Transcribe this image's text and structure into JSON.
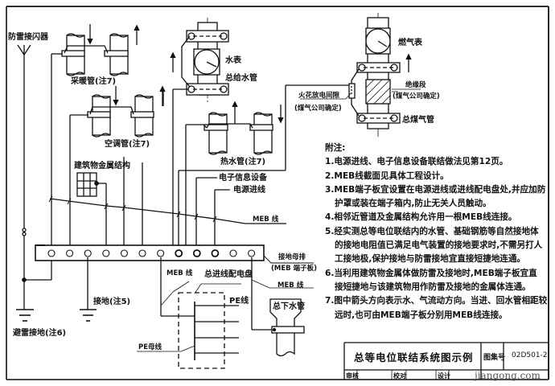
{
  "drawing": {
    "labels": {
      "lightning_arrester": "防雷接闪器",
      "heating_pipe": "采暖管(注7)",
      "ac_pipe": "空调管(注7)",
      "hot_water_pipe": "热水管(注7)",
      "water_meter": "水表",
      "main_water_pipe": "总给水管",
      "gas_meter": "燃气表",
      "spark_gap": "火花放电间隙",
      "spark_gap_note": "(煤气公司确定)",
      "insulation_section": "绝缘段",
      "insulation_note": "(煤气公司确定)",
      "main_gas_pipe": "总煤气管",
      "building_metal_structure": "建筑物金属结构",
      "electronic_info_equipment": "电子信息设备",
      "power_incoming_line": "电源进线",
      "meb_line_1": "MEB  线",
      "grounding_busbar": "接地母排",
      "meb_terminal_board": "(MEB 端子板)",
      "meb_line_2": "MEB 线",
      "meb_line_3": "MEB  线",
      "main_distribution_board": "总进线配电盘",
      "pe_line": "PE线",
      "pe_busbar": "PE母线",
      "main_drain_pipe": "总下水管",
      "grounding_note5": "接地(注5)",
      "lightning_grounding": "避雷接地(注6)"
    },
    "terminal_count": 12
  },
  "notes": {
    "title": "附注:",
    "items": [
      [
        "1.电源进线、电子信息设备联结做法见第12页。"
      ],
      [
        "2.MEB线截面见具体工程设计。"
      ],
      [
        "3.MEB端子板宜设置在电源进线或进线配电盘处,并应加防",
        "护罩或装在端子箱内,防止无关人员触动。"
      ],
      [
        "4.相邻近管道及金属结构允许用一根MEB线连接。"
      ],
      [
        "5.经实测总等电位联结内的水管、基础钢筋等自然接地体",
        "的接地电阻值已满足电气装置的接地要求时,不需另打人",
        "工接地极,保护接地与防雷接地宜直接短捷地连通。"
      ],
      [
        "6.当利用建筑物金属体做防雷及接地时,MEB端子板宜直",
        "接短捷地与该建筑物用作防雷及接地的金属体连通。"
      ],
      [
        "7.图中箭头方向表示水、气流动方向。当进、回水管相距较",
        "远时,也可由MEB端子板分别用MEB线连接。"
      ]
    ]
  },
  "title_block": {
    "title": "总等电位联结系统图示例",
    "atlas_label": "图集号",
    "atlas_number": "02D501-2",
    "review_label": "审核",
    "check_label": "校对",
    "design_label": "设计",
    "watermark": "jiangong.com"
  }
}
